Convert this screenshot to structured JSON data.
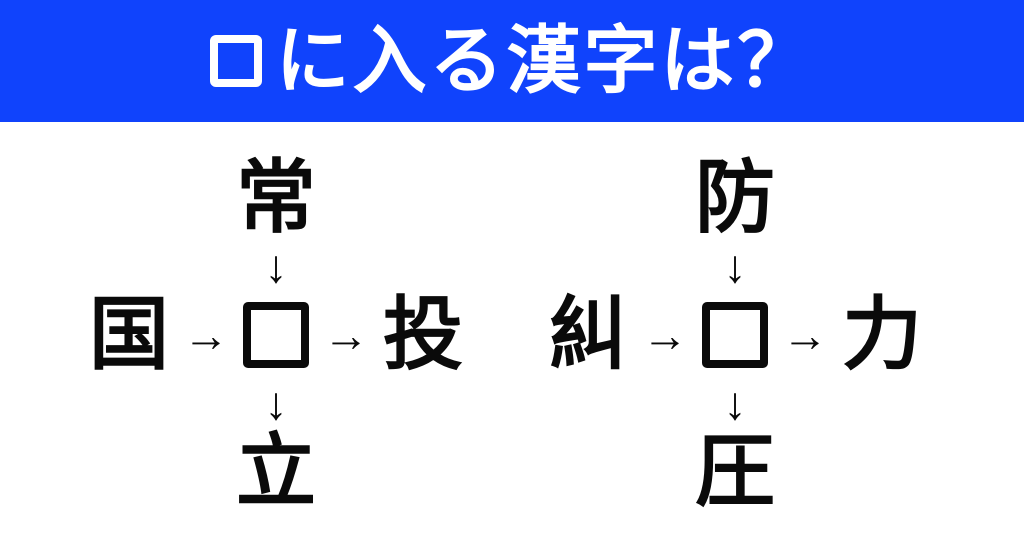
{
  "header": {
    "title_square": "□",
    "title_text": "に入る漢字は？"
  },
  "icons": {
    "arrow_down": "↓",
    "arrow_right": "→",
    "blank_square": "□"
  },
  "colors": {
    "banner_blue": "#1043fc",
    "banner_text": "#ffffff",
    "kanji_black": "#0a0a0a",
    "background": "#ffffff"
  },
  "puzzles": [
    {
      "name": "left-puzzle",
      "top": "常",
      "left": "国",
      "right": "投",
      "bottom": "立"
    },
    {
      "name": "right-puzzle",
      "top": "防",
      "left": "糾",
      "right": "力",
      "bottom": "圧"
    }
  ]
}
